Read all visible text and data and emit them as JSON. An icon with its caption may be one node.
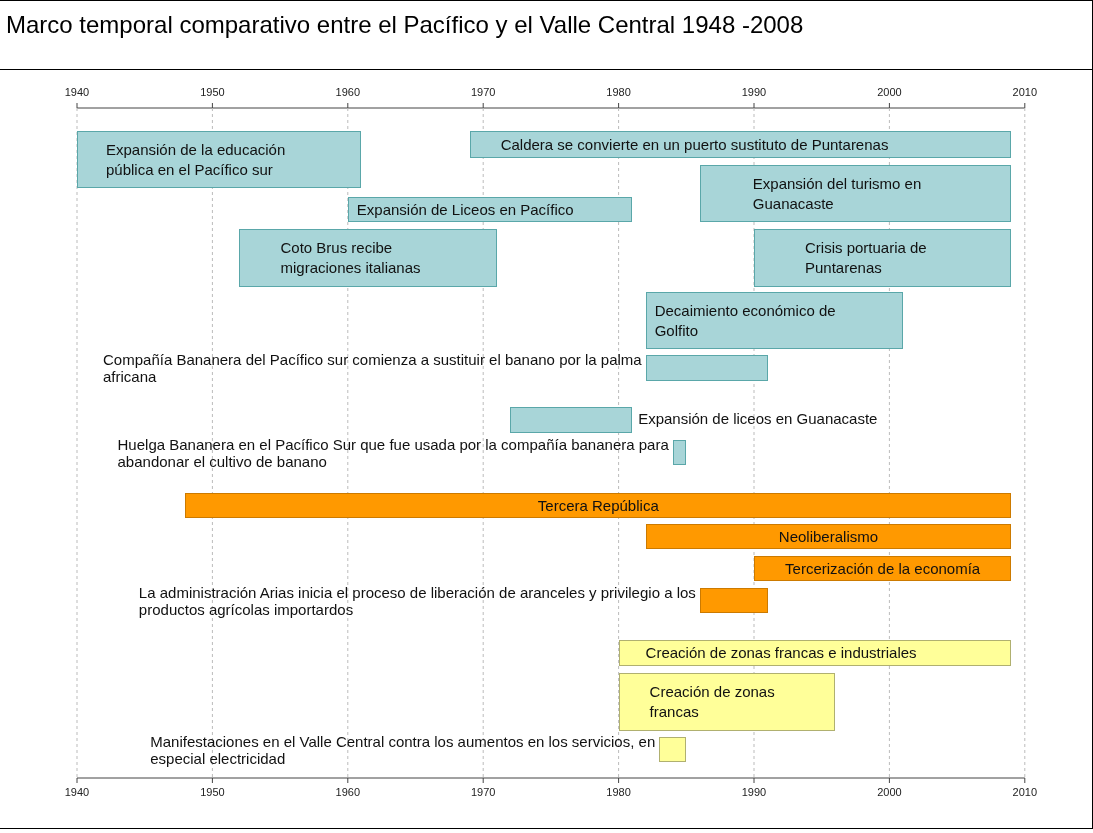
{
  "diagram": {
    "title": "Marco temporal comparativo entre el Pacífico y el Valle Central 1948 -2008",
    "nodes": [
      {
        "text": [
          "Expansión de la educación pública en el Pacífico sur"
        ]
      },
      {
        "text": [
          "Caldera se convierte en un puerto sustituto de Puntarenas"
        ]
      },
      {
        "text": [
          "Expansión del turismo en Guanacaste"
        ]
      },
      {
        "text": [
          "Expansión de Liceos en Pacífico"
        ]
      },
      {
        "text": [
          "Coto Brus recibe migraciones italianas"
        ]
      },
      {
        "text": [
          "Crisis portuaria de Puntarenas"
        ]
      },
      {
        "text": [
          "Decaimiento económico de Golfito"
        ]
      },
      {
        "text": [],
        "shape": "bar",
        "beside": [
          "Compañía Bananera del Pacífico sur comienza a sustituir el banano por la palma africana"
        ]
      },
      {
        "text": [],
        "shape": "bar",
        "beside": [
          "Expansión de liceos en Guanacaste"
        ]
      },
      {
        "text": [],
        "shape": "bar",
        "beside": [
          "Huelga Bananera en el Pacífico Sur que fue usada por la compañía bananera para abandonar el cultivo de banano"
        ]
      },
      {
        "text": [
          "Tercera República"
        ]
      },
      {
        "text": [
          "Neoliberalismo"
        ]
      },
      {
        "text": [
          "Tercerización de la economía"
        ]
      },
      {
        "text": [],
        "shape": "bar",
        "beside": [
          "La administración Arias inicia el proceso de liberación de aranceles y privilegio a los productos agrícolas importardos"
        ]
      },
      {
        "text": [
          "Creación de zonas francas e industriales"
        ]
      },
      {
        "text": [
          "Creación de zonas francas"
        ]
      },
      {
        "text": [],
        "shape": "bar",
        "beside": [
          "Manifestaciones en el Valle Central contra los aumentos en los servicios, en especial electricidad"
        ]
      }
    ],
    "labels": [
      "1940",
      "1950",
      "1960",
      "1970",
      "1980",
      "1990",
      "2000",
      "2010",
      "1940",
      "1950",
      "1960",
      "1970",
      "1980",
      "1990",
      "2000",
      "2010"
    ]
  }
}
